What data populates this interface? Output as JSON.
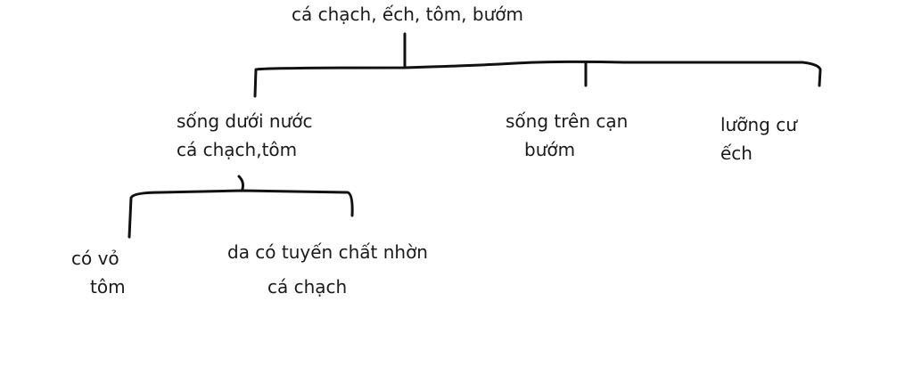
{
  "root": {
    "label": "cá chạch, ếch, tôm, bướm"
  },
  "branches": [
    {
      "line1": "sống dưới nước",
      "line2": "cá chạch,tôm"
    },
    {
      "line1": "sống trên cạn",
      "line2": "bướm"
    },
    {
      "line1": "lưỡng cư",
      "line2": "ếch"
    }
  ],
  "sub_branches": [
    {
      "line1": "có vỏ",
      "line2": "tôm"
    },
    {
      "line1": "da có tuyến chất nhờn",
      "line2": "cá chạch"
    }
  ]
}
